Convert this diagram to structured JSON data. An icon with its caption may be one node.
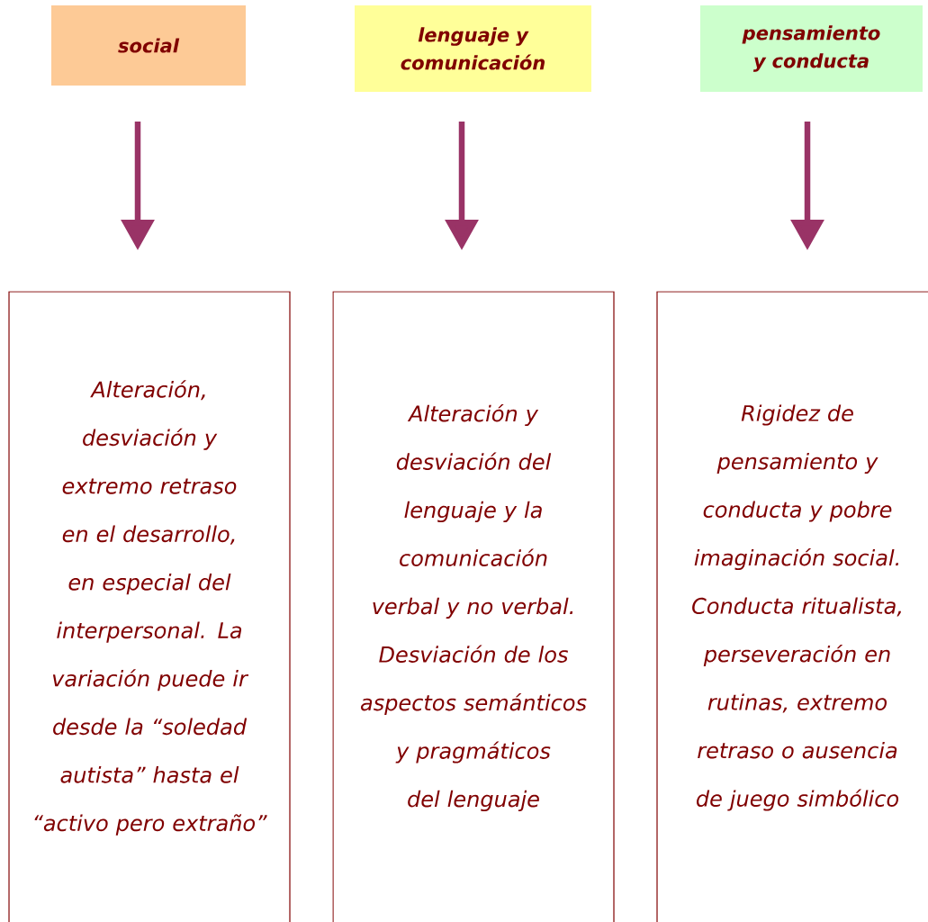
{
  "diagram": {
    "nodes": [
      {
        "text": [
          "social"
        ]
      },
      {
        "text": [
          "lenguaje y comunicación"
        ]
      },
      {
        "text": [
          "pensamiento y conducta"
        ]
      },
      {
        "text": [
          "Alteración, desviación y extremo retraso en el desarrollo, en especial del interpersonal. La variación puede ir desde la “soledad autista” hasta el “activo pero extraño”"
        ]
      },
      {
        "text": [
          "Alteración y desviación del lenguaje y la comunicación verbal y no verbal. Desviación de los aspectos semánticos y pragmáticos del lenguaje"
        ]
      },
      {
        "text": [
          "Rigidez de pensamiento y conducta y pobre imaginación social. Conducta ritualista, perseveración en rutinas, extremo retraso o ausencia de juego simbólico"
        ]
      }
    ],
    "edges": [
      {
        "from": 0,
        "to": 3,
        "arrow": "to"
      },
      {
        "from": 1,
        "to": 4,
        "arrow": "to"
      },
      {
        "from": 2,
        "to": 5,
        "arrow": "to"
      }
    ]
  }
}
